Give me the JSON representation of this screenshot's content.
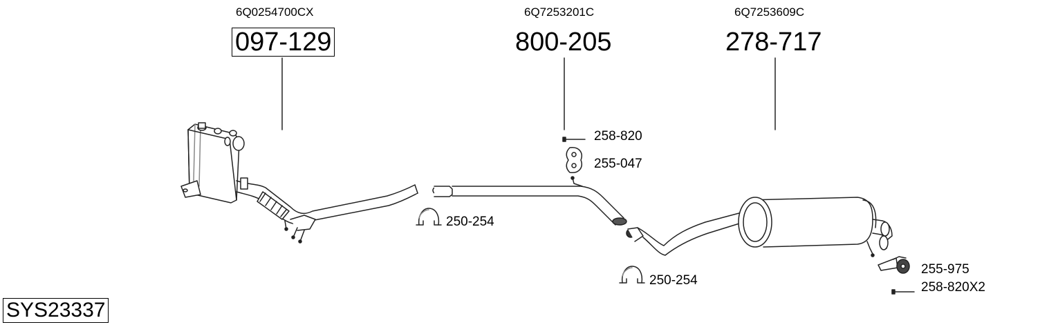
{
  "groups": [
    {
      "oem": "6Q0254700CX",
      "part": "097-129"
    },
    {
      "oem": "6Q7253201C",
      "part": "800-205"
    },
    {
      "oem": "6Q7253609C",
      "part": "278-717"
    }
  ],
  "accessories": {
    "bolt_a": "258-820",
    "hanger_a": "255-047",
    "clamp_a": "250-254",
    "clamp_b": "250-254",
    "hanger_b": "255-975",
    "bolt_b": "258-820X2"
  },
  "system_id": "SYS23337"
}
